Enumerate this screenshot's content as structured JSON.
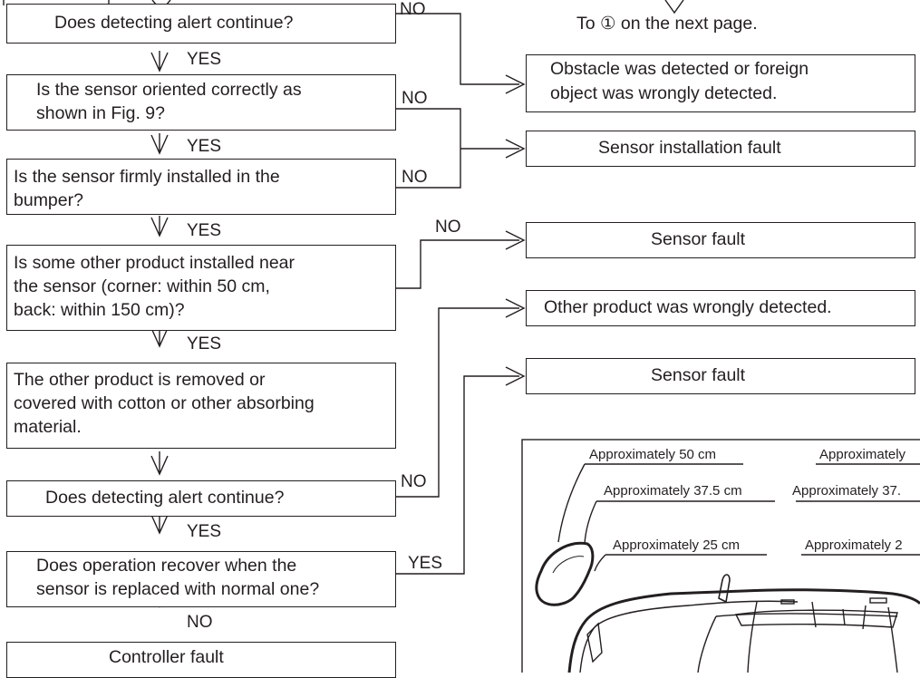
{
  "flow": {
    "q1": "Does detecting alert continue?",
    "q2_line1": "Is the sensor oriented correctly as",
    "q2_line2": "shown in Fig. 9?",
    "q3_line1": "Is the sensor firmly installed in the",
    "q3_line2": "bumper?",
    "q4_line1": "Is some other product installed near",
    "q4_line2": "the sensor (corner: within 50 cm,",
    "q4_line3": "back: within 150 cm)?",
    "step5_line1": "The other product is removed or",
    "step5_line2": "covered with cotton or other absorbing",
    "step5_line3": "material.",
    "q6": "Does detecting alert continue?",
    "q7_line1": "Does operation recover when the",
    "q7_line2": "sensor is replaced with normal one?",
    "result_final": "Controller fault"
  },
  "results": {
    "to_next_page": "To ① on the next page.",
    "obstacle_line1": "Obstacle was detected or foreign",
    "obstacle_line2": "object was wrongly detected.",
    "installation_fault": "Sensor installation fault",
    "sensor_fault_1": "Sensor  fault",
    "other_product": "Other product was wrongly detected.",
    "sensor_fault_2": "Sensor  fault"
  },
  "branch_labels": {
    "no": "NO",
    "yes": "YES"
  },
  "figure": {
    "label_50": "Approximately 50 cm",
    "label_37_5": "Approximately 37.5 cm",
    "label_25": "Approximately 25 cm",
    "label_right_top": "Approximately",
    "label_right_mid": "Approximately 37.",
    "label_right_bot": "Approximately 2"
  }
}
